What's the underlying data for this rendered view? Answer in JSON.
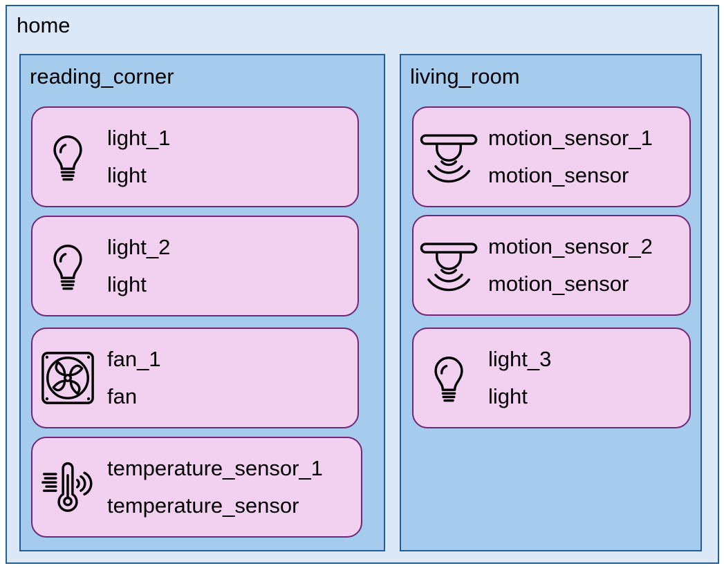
{
  "home": {
    "title": "home"
  },
  "rooms": [
    {
      "title": "reading_corner",
      "devices": [
        {
          "name": "light_1",
          "type": "light",
          "icon": "light-bulb-icon"
        },
        {
          "name": "light_2",
          "type": "light",
          "icon": "light-bulb-icon"
        },
        {
          "name": "fan_1",
          "type": "fan",
          "icon": "fan-icon"
        },
        {
          "name": "temperature_sensor_1",
          "type": "temperature_sensor",
          "icon": "thermometer-icon"
        }
      ]
    },
    {
      "title": "living_room",
      "devices": [
        {
          "name": "motion_sensor_1",
          "type": "motion_sensor",
          "icon": "motion-sensor-icon"
        },
        {
          "name": "motion_sensor_2",
          "type": "motion_sensor",
          "icon": "motion-sensor-icon"
        },
        {
          "name": "light_3",
          "type": "light",
          "icon": "light-bulb-icon"
        }
      ]
    }
  ],
  "colors": {
    "home_fill": "#dae8f7",
    "room_fill": "#a5cbed",
    "container_border": "#1f5f99",
    "device_fill": "#f1d0f0",
    "device_border": "#6e2675"
  }
}
